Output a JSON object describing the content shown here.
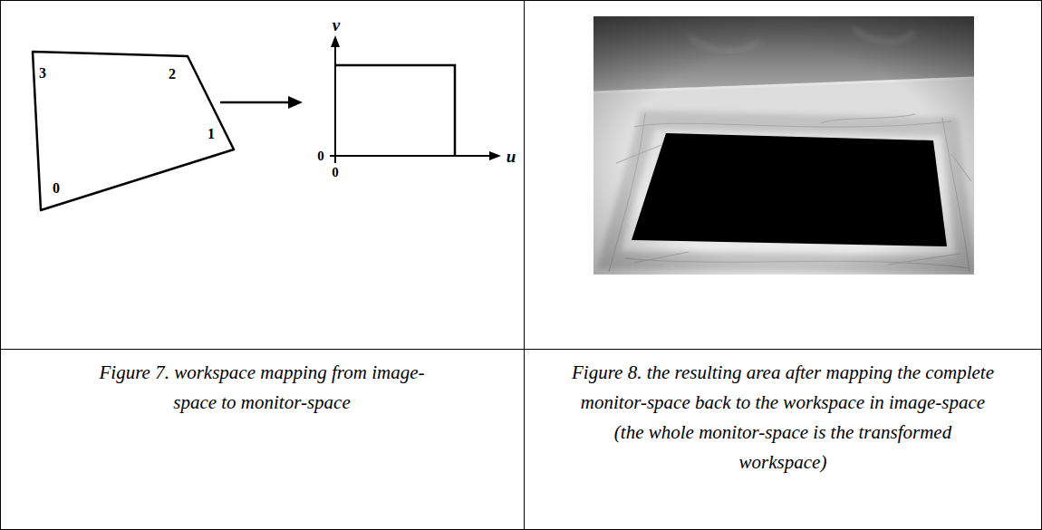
{
  "diagram": {
    "labels": [
      "3",
      "2",
      "1",
      "0",
      "v",
      "0",
      "0",
      "u",
      "Figure 7. workspace mapping from image- space to monitor-space",
      "Figure 8. the resulting area after mapping the complete monitor-space back to the workspace in image-space (the whole monitor-space is the transformed workspace)"
    ]
  }
}
